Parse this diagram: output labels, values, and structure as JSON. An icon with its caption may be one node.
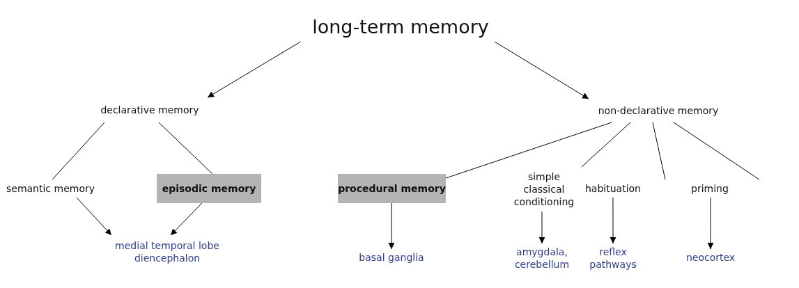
{
  "diagram": {
    "nodes": [
      {
        "text": [
          "long-term memory"
        ]
      },
      {
        "text": [
          "declarative memory"
        ]
      },
      {
        "text": [
          "non-declarative memory"
        ]
      },
      {
        "text": [
          "semantic memory"
        ]
      },
      {
        "text": [
          "episodic memory"
        ]
      },
      {
        "text": [
          "procedural memory"
        ]
      },
      {
        "text": [
          "simple classical conditioning"
        ]
      },
      {
        "text": [
          "habituation"
        ]
      },
      {
        "text": [
          "priming"
        ]
      },
      {
        "text": [
          "medial temporal lobe diencephalon"
        ]
      },
      {
        "text": [
          "basal ganglia"
        ]
      },
      {
        "text": [
          "amygdala, cerebellum"
        ]
      },
      {
        "text": [
          "reflex pathways"
        ]
      },
      {
        "text": [
          "neocortex"
        ]
      }
    ],
    "edges": [
      {
        "from": 0,
        "to": 1,
        "arrow": "to"
      },
      {
        "from": 0,
        "to": 2,
        "arrow": "to"
      },
      {
        "from": 1,
        "to": 3,
        "arrow": "none"
      },
      {
        "from": 1,
        "to": 4,
        "arrow": "none"
      },
      {
        "from": 2,
        "to": 5,
        "arrow": "none"
      },
      {
        "from": 2,
        "to": 6,
        "arrow": "none"
      },
      {
        "from": 2,
        "to": 7,
        "arrow": "none"
      },
      {
        "from": 2,
        "to": 8,
        "arrow": "none"
      },
      {
        "from": 3,
        "to": 9,
        "arrow": "to"
      },
      {
        "from": 4,
        "to": 9,
        "arrow": "to"
      },
      {
        "from": 5,
        "to": 10,
        "arrow": "to"
      },
      {
        "from": 6,
        "to": 11,
        "arrow": "to"
      },
      {
        "from": 7,
        "to": 12,
        "arrow": "to"
      },
      {
        "from": 8,
        "to": 13,
        "arrow": "to"
      }
    ]
  }
}
